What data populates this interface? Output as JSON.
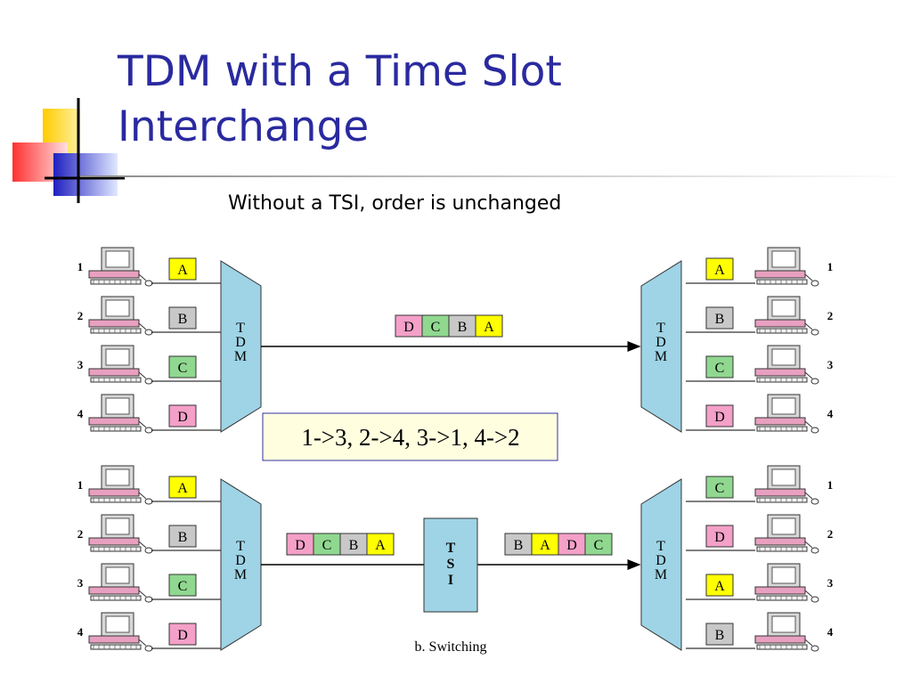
{
  "slide": {
    "title_line1": "TDM with a Time Slot",
    "title_line2": "Interchange",
    "subtitle": "Without a TSI, order is unchanged",
    "mapping": "1->3, 2->4, 3->1, 4->2",
    "caption": "b. Switching"
  },
  "colors": {
    "A": "#ffff00",
    "B": "#c8c8c8",
    "C": "#90d890",
    "D": "#f4a0c8",
    "mux": "#9ed4e6",
    "title": "#2a2aa0",
    "mapping_box": "#ffffe0",
    "mapping_border": "#3030a0"
  },
  "station_numbers": [
    "1",
    "2",
    "3",
    "4"
  ],
  "mux_label": [
    "T",
    "D",
    "M"
  ],
  "tsi_label": [
    "T",
    "S",
    "I"
  ],
  "top": {
    "left_slots": [
      "A",
      "B",
      "C",
      "D"
    ],
    "frame": [
      "D",
      "C",
      "B",
      "A"
    ],
    "right_slots": [
      "A",
      "B",
      "C",
      "D"
    ]
  },
  "bottom": {
    "left_slots": [
      "A",
      "B",
      "C",
      "D"
    ],
    "frame_in": [
      "D",
      "C",
      "B",
      "A"
    ],
    "frame_out": [
      "B",
      "A",
      "D",
      "C"
    ],
    "right_slots": [
      "C",
      "D",
      "A",
      "B"
    ]
  }
}
